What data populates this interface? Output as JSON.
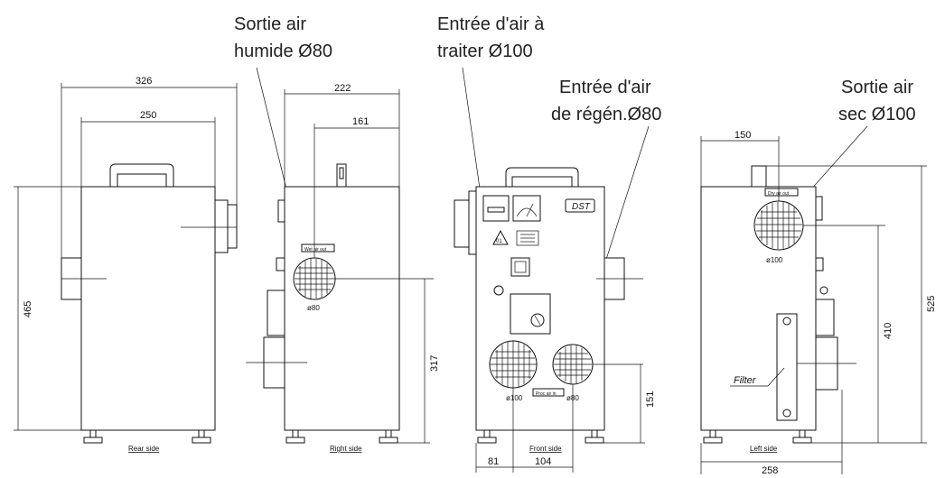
{
  "callouts": {
    "wet_out": [
      "Sortie air",
      "humide Ø80"
    ],
    "process_in": [
      "Entrée d'air à",
      "traiter Ø100"
    ],
    "regen_in": [
      "Entrée d'air",
      "de régén.Ø80"
    ],
    "dry_out": [
      "Sortie air",
      "sec Ø100"
    ]
  },
  "dimensions": {
    "rear_width": "326",
    "rear_inner": "250",
    "rear_height": "465",
    "right_width": "222",
    "right_offset": "161",
    "right_height": "317",
    "front_left": "81",
    "front_mid": "104",
    "front_height": "151",
    "left_offset": "150",
    "left_height_410": "410",
    "left_height_525": "525",
    "left_width": "258"
  },
  "view_labels": {
    "rear": "Rear side",
    "right": "Right side",
    "front": "Front side",
    "left": "Left side"
  },
  "part_labels": {
    "wet_air_out": "Wet air out",
    "dry_air_out": "Dry air out",
    "proc_air_in": "Proc air in",
    "d80_right": "ø80",
    "d100_front": "ø100",
    "d80_front": "ø80",
    "d100_left": "ø100",
    "filter": "Filter",
    "brand": "DST",
    "warn": "01"
  }
}
